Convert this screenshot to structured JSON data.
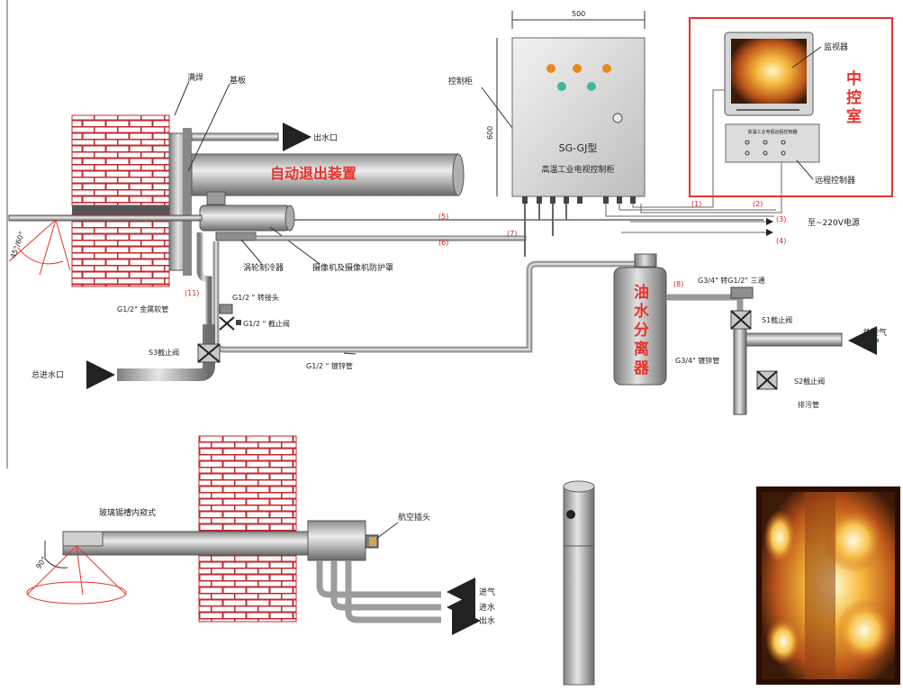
{
  "labels": {
    "mh": "满焊",
    "jb": "基板",
    "outlet": "出水口",
    "device": "自动退出装置",
    "angle": "45°/60°",
    "turbo": "涡轮制冷器",
    "camera": "摄像机及摄像机防护罩",
    "n5": "(5)",
    "n6": "(6)",
    "n7": "(7)",
    "n8": "(8)",
    "n11": "(11)",
    "n1": "(1)",
    "n2": "(2)",
    "n3": "(3)",
    "n4": "(4)",
    "power": "至~220V电源",
    "metal_hose": "G1/2\" 金属软管",
    "adapter": "G1/2 \" 转接头",
    "valve_half": "G1/2 \" 截止阀",
    "s3": "S3截止阀",
    "inlet": "总进水口",
    "galv_half": "G1/2 \" 镀锌管",
    "cab_label": "控制柜",
    "dim_w": "500",
    "dim_h": "600",
    "cab_model": "SG-GJ型",
    "cab_name": "高温工业电视控制柜",
    "monitor": "监视器",
    "room": "中控室",
    "remote": "远程控制器",
    "panel_title": "高温工业电视远程控制器",
    "sep": "油水分离器",
    "tee": "G3/4\" 转G1/2\" 三通",
    "s1": "S1截止阀",
    "gas": "总进气",
    "galv_34": "G3/4\" 镀锌管",
    "s2": "S2截止阀",
    "drain": "排污管",
    "glass": "玻璃锡槽内窥式",
    "plug": "航空插头",
    "angle90": "90°",
    "in_gas": "进气",
    "in_water": "进水",
    "out_water": "出水"
  },
  "colors": {
    "brick": "#c0282e",
    "pipe": "#a8a8a8",
    "red_text": "#e8322a",
    "arrow_green": "#2fb54a",
    "room_border": "#e8322a"
  }
}
